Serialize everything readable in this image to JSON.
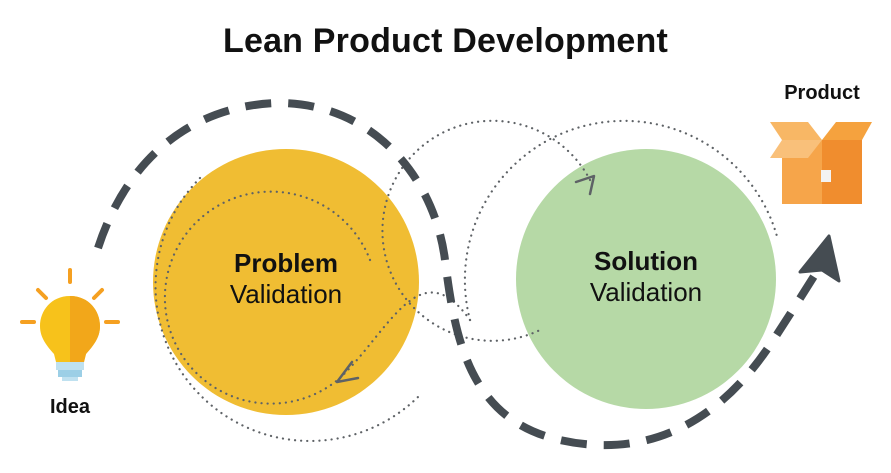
{
  "title": "Lean Product Development",
  "problem": {
    "line1": "Problem",
    "line2": "Validation"
  },
  "solution": {
    "line1": "Solution",
    "line2": "Validation"
  },
  "idea_label": "Idea",
  "product_label": "Product",
  "icons": {
    "idea": "lightbulb-icon",
    "product": "box-icon"
  },
  "colors": {
    "problem_fill": "#F0BD33",
    "solution_fill": "#B6D9A6",
    "dashed_path": "#454C52",
    "dotted_path": "#5E6266",
    "bulb_yellow": "#F7C21B",
    "bulb_rays": "#F5A021",
    "box_orange": "#F6A54A"
  }
}
